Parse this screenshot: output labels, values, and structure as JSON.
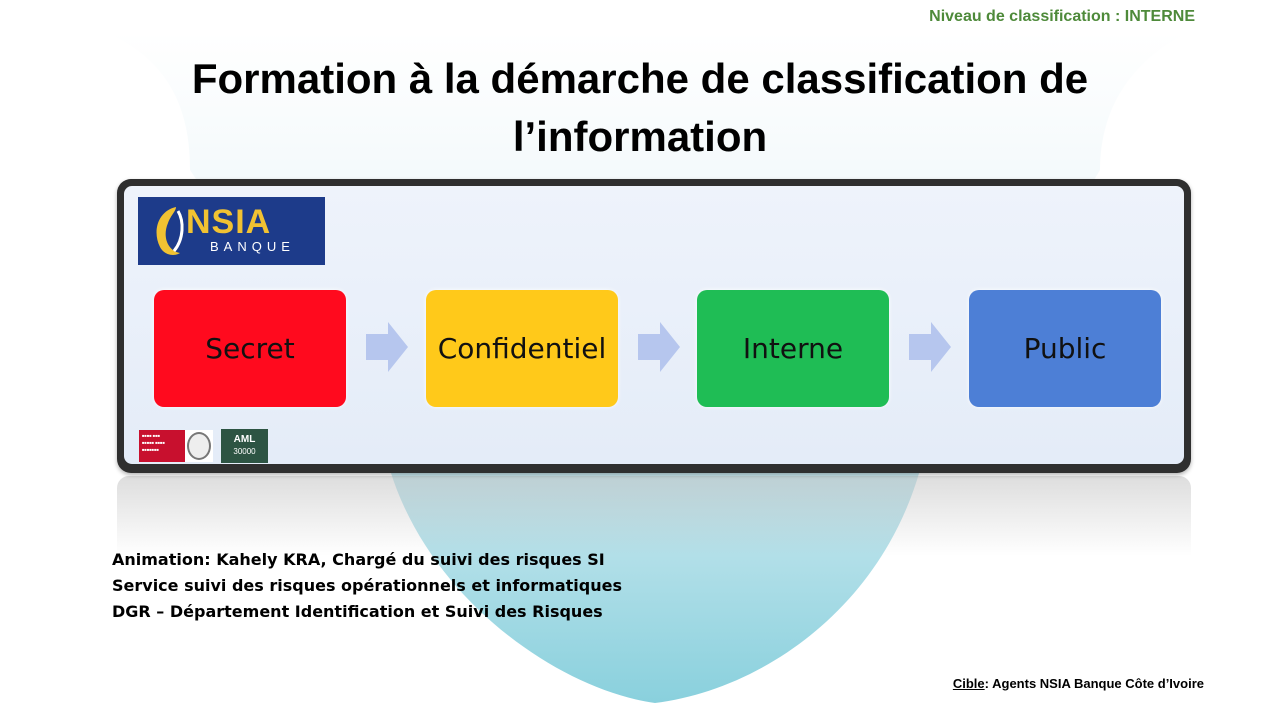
{
  "header": {
    "classification": "Niveau de classification : INTERNE"
  },
  "title": {
    "line1": "Formation à la démarche de classification de",
    "line2": "l’information"
  },
  "logo": {
    "name": "NSIA",
    "sub": "BANQUE"
  },
  "levels": [
    {
      "label": "Secret",
      "color": "#ff0a1e"
    },
    {
      "label": "Confidentiel",
      "color": "#ffc91a"
    },
    {
      "label": "Interne",
      "color": "#1fbd55"
    },
    {
      "label": "Public",
      "color": "#4d7fd6"
    }
  ],
  "arrow_color": "#b6c6ee",
  "badges": {
    "aml_line1": "AML",
    "aml_line2": "30000"
  },
  "credits": {
    "line1": "Animation: Kahely KRA, Chargé du suivi des risques SI",
    "line2": "Service suivi des risques opérationnels et informatiques",
    "line3": "DGR – Département Identification et Suivi des Risques"
  },
  "target": {
    "label": "Cible",
    "text": ": Agents NSIA Banque Côte d’Ivoire"
  }
}
